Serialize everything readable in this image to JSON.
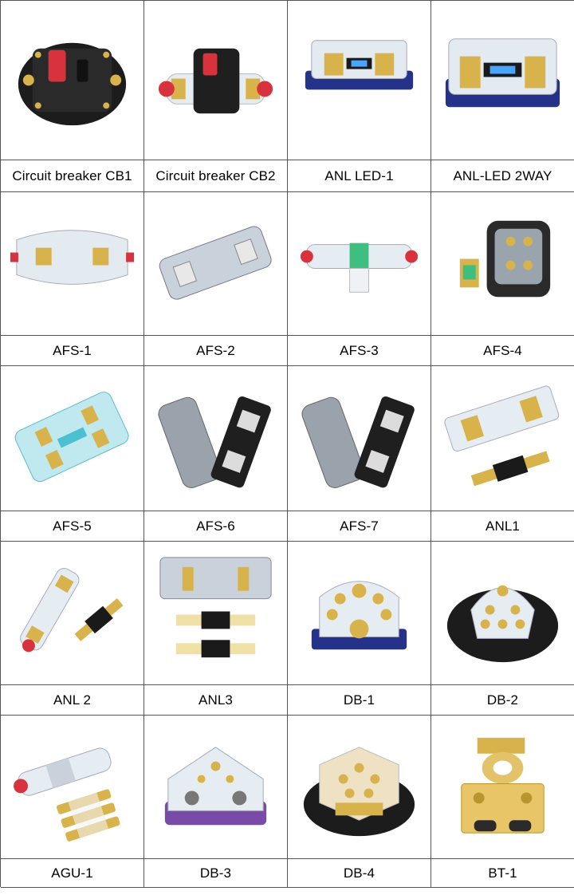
{
  "products": [
    {
      "id": "cb1",
      "label": "Circuit breaker CB1",
      "icon": "circuit-breaker-icon"
    },
    {
      "id": "cb2",
      "label": "Circuit breaker CB2",
      "icon": "inline-circuit-breaker-icon"
    },
    {
      "id": "anl-led-1",
      "label": "ANL LED-1",
      "icon": "anl-fuse-holder-led-icon"
    },
    {
      "id": "anl-led-2way",
      "label": "ANL-LED 2WAY",
      "icon": "anl-2way-fuse-holder-icon"
    },
    {
      "id": "afs-1",
      "label": "AFS-1",
      "icon": "afs-fuse-holder-icon"
    },
    {
      "id": "afs-2",
      "label": "AFS-2",
      "icon": "afs-fuse-holder-smoked-icon"
    },
    {
      "id": "afs-3",
      "label": "AFS-3",
      "icon": "inline-afs-fuse-holder-icon"
    },
    {
      "id": "afs-4",
      "label": "AFS-4",
      "icon": "afs-fuse-block-icon"
    },
    {
      "id": "afs-5",
      "label": "AFS-5",
      "icon": "afs-dual-fuse-block-icon"
    },
    {
      "id": "afs-6",
      "label": "AFS-6",
      "icon": "afs-fuse-holder-cover-icon"
    },
    {
      "id": "afs-7",
      "label": "AFS-7",
      "icon": "afs-fuse-holder-cover-icon"
    },
    {
      "id": "anl1",
      "label": "ANL1",
      "icon": "anl-fuse-holder-icon"
    },
    {
      "id": "anl-2",
      "label": "ANL 2",
      "icon": "inline-anl-fuse-holder-icon"
    },
    {
      "id": "anl3",
      "label": "ANL3",
      "icon": "anl-fuse-holder-icon"
    },
    {
      "id": "db-1",
      "label": "DB-1",
      "icon": "distribution-block-icon"
    },
    {
      "id": "db-2",
      "label": "DB-2",
      "icon": "distribution-block-round-icon"
    },
    {
      "id": "agu-1",
      "label": "AGU-1",
      "icon": "agu-fuse-holder-icon"
    },
    {
      "id": "db-3",
      "label": "DB-3",
      "icon": "distribution-block-purple-icon"
    },
    {
      "id": "db-4",
      "label": "DB-4",
      "icon": "distribution-block-hex-icon"
    },
    {
      "id": "bt-1",
      "label": "BT-1",
      "icon": "battery-terminal-icon"
    }
  ],
  "colors": {
    "border": "#555555",
    "gold": "#d8b24a",
    "clear": "#dfe7ee",
    "red": "#d8333c",
    "navy": "#25328a",
    "black": "#1a1a1a"
  }
}
